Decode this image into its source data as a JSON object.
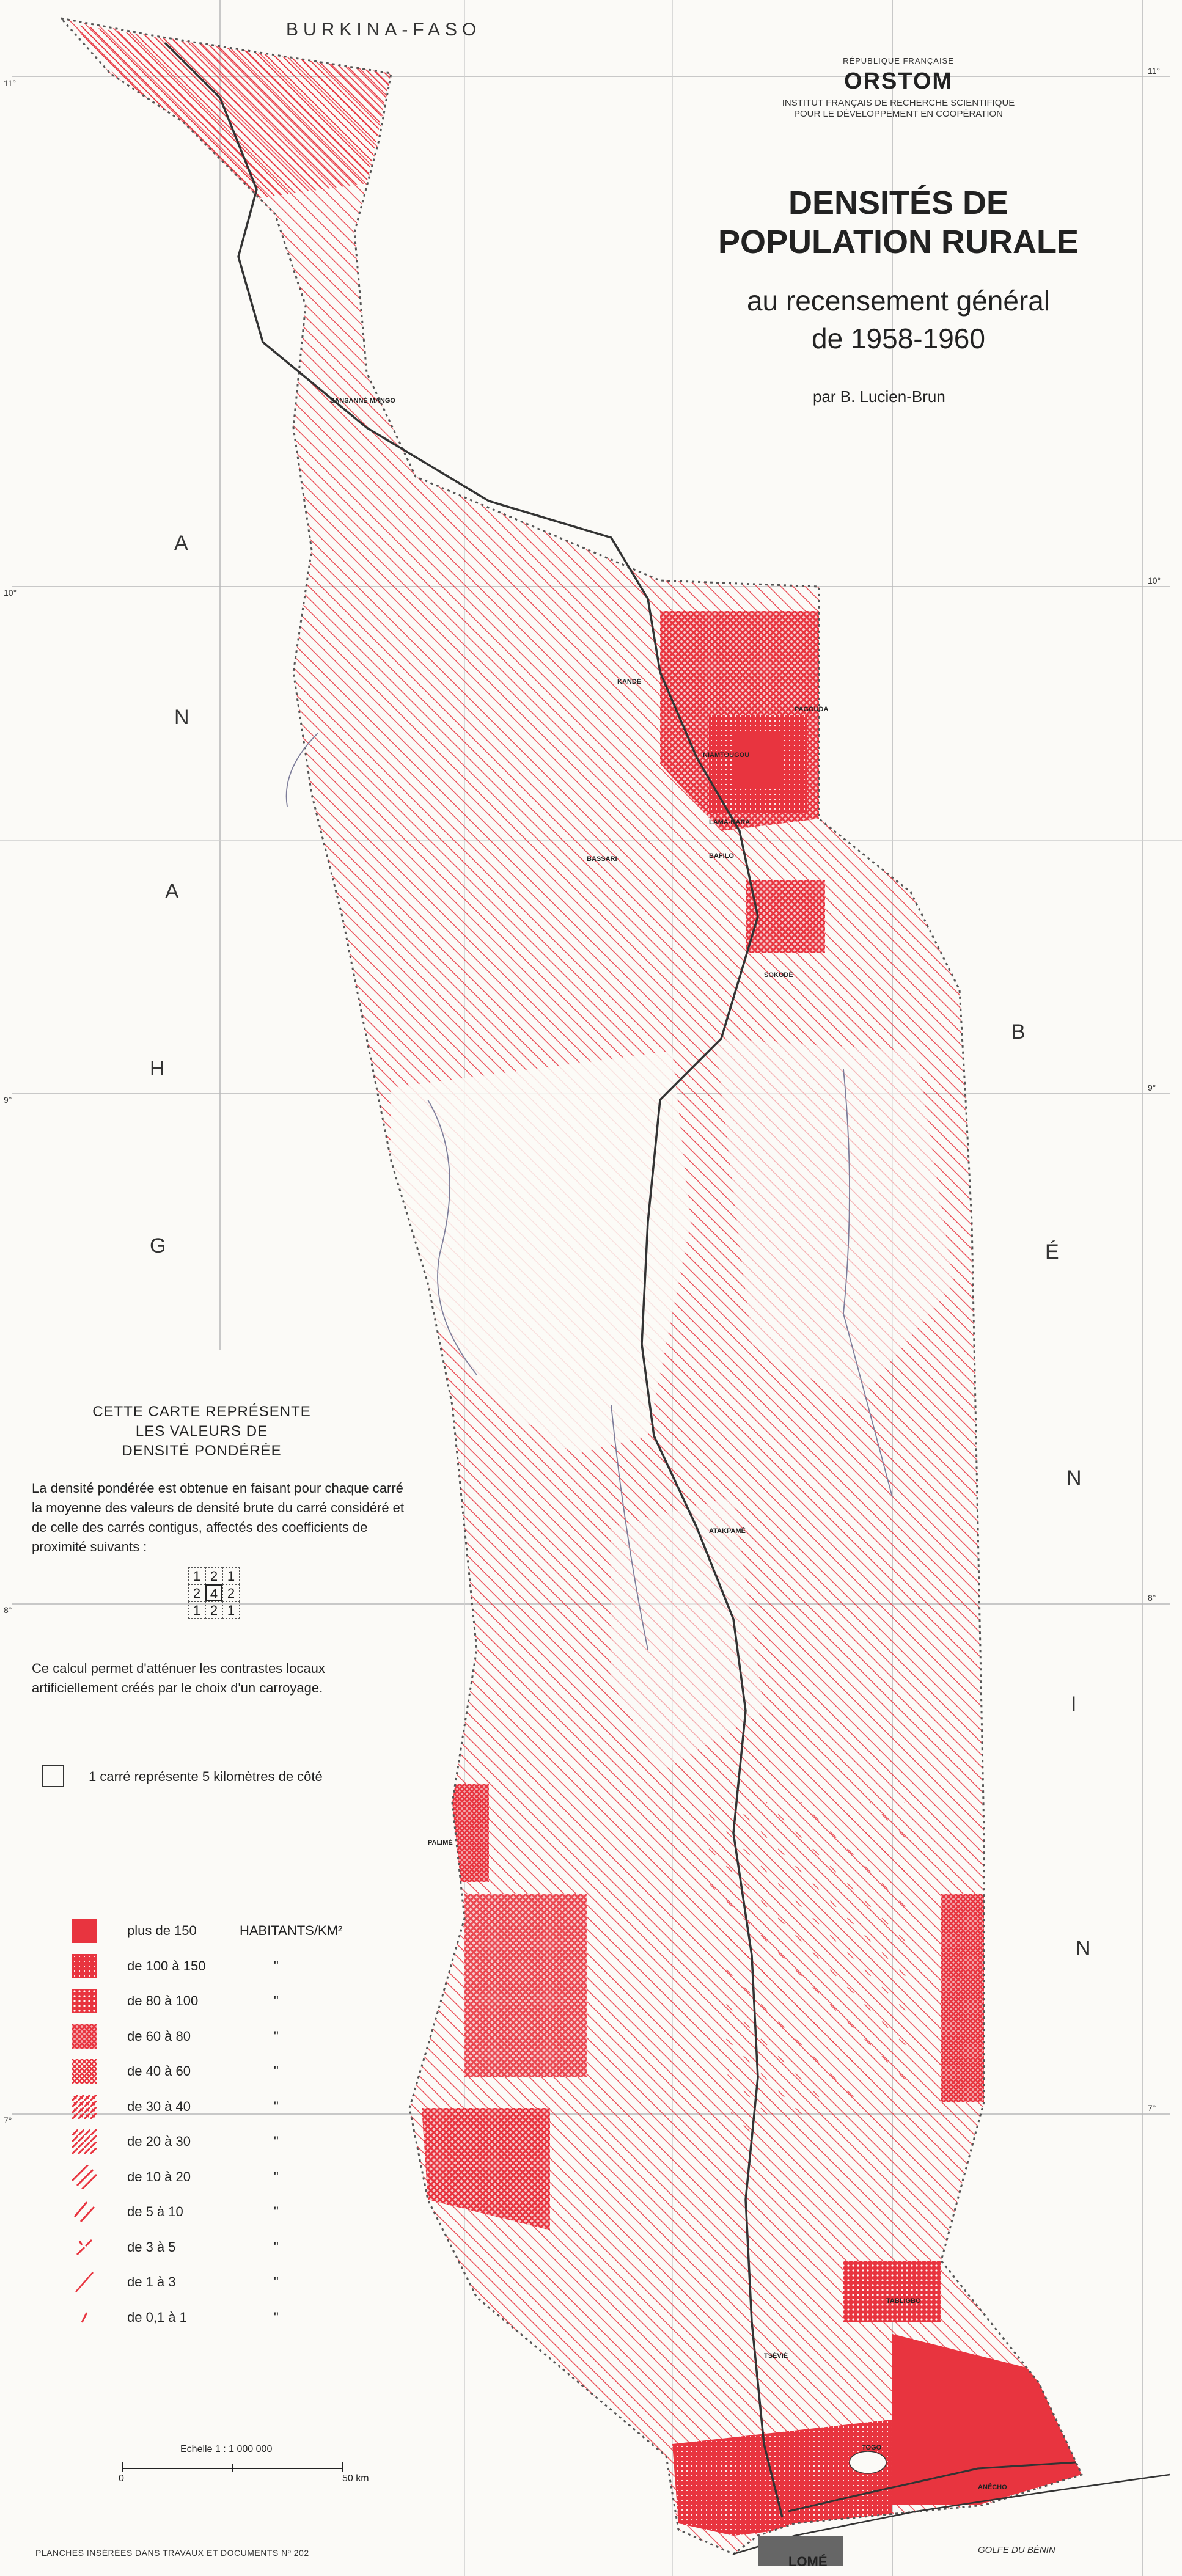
{
  "map": {
    "countries": {
      "north": "BURKINA-FASO",
      "west": [
        "G",
        "H",
        "A",
        "N",
        "A"
      ],
      "east": [
        "B",
        "É",
        "N",
        "I",
        "N"
      ]
    },
    "latitudes": [
      "11°",
      "10°",
      "9°",
      "8°",
      "7°"
    ],
    "towns": [
      "SANSANNÉ MANGO",
      "KANDÉ",
      "LAMA-KARA",
      "NIAMTOUGOU",
      "PAGOUDA",
      "BAFILO",
      "SOKODÉ",
      "BASSARI",
      "ATAKPAMÉ",
      "PALIMÉ",
      "TSÉVIÉ",
      "TABLIGBO",
      "ANÉCHO",
      "TOGO",
      "LOMÉ"
    ],
    "coast_label": "GOLFE DU BÉNIN",
    "capital": "LOMÉ"
  },
  "header": {
    "republic": "RÉPUBLIQUE FRANÇAISE",
    "logo": "ORSTOM",
    "org_line1": "INSTITUT FRANÇAIS DE RECHERCHE SCIENTIFIQUE",
    "org_line2": "POUR LE DÉVELOPPEMENT EN COOPÉRATION",
    "title_line1": "DENSITÉS DE",
    "title_line2": "POPULATION RURALE",
    "subtitle_line1": "au recensement général",
    "subtitle_line2": "de 1958-1960",
    "author": "par B. Lucien-Brun"
  },
  "explanation": {
    "title_line1": "CETTE CARTE REPRÉSENTE",
    "title_line2": "LES VALEURS DE",
    "title_line3": "DENSITÉ PONDÉRÉE",
    "paragraph1": "La densité pondérée est obtenue en faisant pour chaque carré la moyenne des valeurs de densité brute du carré considéré et de celle des carrés contigus, affectés des coefficients de proximité suivants :",
    "coefficients": [
      "1",
      "2",
      "1",
      "2",
      "4",
      "2",
      "1",
      "2",
      "1"
    ],
    "paragraph2": "Ce calcul permet d'atténuer les contrastes locaux artificiellement créés par le choix d'un carroyage.",
    "square_note": "1 carré représente 5 kilomètres de côté"
  },
  "legend": {
    "unit": "HABITANTS/KM²",
    "ditto": "\"",
    "items": [
      {
        "label": "plus de 150",
        "level": 12
      },
      {
        "label": "de 100 à 150",
        "level": 11
      },
      {
        "label": "de 80 à 100",
        "level": 10
      },
      {
        "label": "de 60 à 80",
        "level": 9
      },
      {
        "label": "de 40 à 60",
        "level": 8
      },
      {
        "label": "de 30 à 40",
        "level": 7
      },
      {
        "label": "de 20 à 30",
        "level": 6
      },
      {
        "label": "de 10 à 20",
        "level": 5
      },
      {
        "label": "de 5 à 10",
        "level": 4
      },
      {
        "label": "de 3 à 5",
        "level": 3
      },
      {
        "label": "de 1 à 3",
        "level": 2
      },
      {
        "label": "de 0,1 à 1",
        "level": 1
      }
    ]
  },
  "scale": {
    "label": "Echelle 1 : 1 000 000",
    "start": "0",
    "end": "50 km"
  },
  "footer": {
    "text": "PLANCHES INSÉRÉES DANS TRAVAUX ET DOCUMENTS Nº 202"
  },
  "colors": {
    "density_red": "#e8343f",
    "border": "#555555",
    "road": "#333333",
    "background": "#fbfaf7"
  }
}
